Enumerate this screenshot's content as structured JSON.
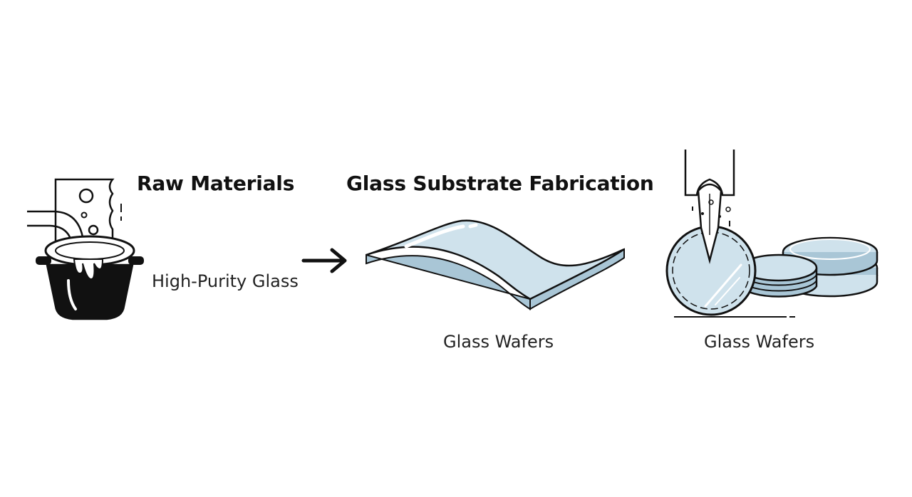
{
  "stages": {
    "raw_materials": {
      "title": "Raw Materials",
      "caption": "High-Purity Glass",
      "icon": "crucible-pour-icon"
    },
    "fabrication": {
      "title": "Glass Substrate Fabrication",
      "caption": "Glass Wafers",
      "icon": "glass-sheet-icon"
    },
    "wafers": {
      "caption": "Glass Wafers",
      "icon": "wafer-cutting-icon"
    }
  },
  "flow_arrow": "arrow-right-icon",
  "colors": {
    "ink": "#111111",
    "glass_fill": "#cfe2ec",
    "glass_edge": "#a9c6d6",
    "glass_highlight": "#ffffff",
    "background": "#ffffff"
  }
}
